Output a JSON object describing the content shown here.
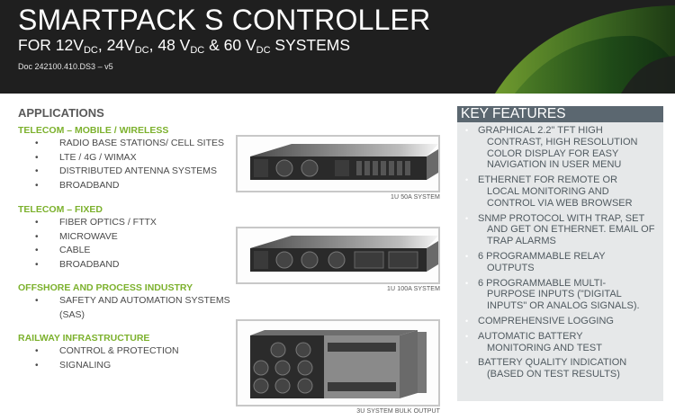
{
  "header": {
    "title": "SMARTPACK S CONTROLLER",
    "subtitle": {
      "prefix": "FOR 12V",
      "sub1": "DC",
      "part2": ", 24V",
      "sub2": "DC",
      "part3": ", 48 V",
      "sub3": "DC",
      "part4": " & 60 V",
      "sub4": "DC",
      "suffix": " SYSTEMS"
    },
    "doc_ref": "Doc 242100.410.DS3 – v5"
  },
  "applications": {
    "title": "APPLICATIONS",
    "groups": [
      {
        "category": "TELECOM – MOBILE  /  WIRELESS",
        "items": [
          "RADIO BASE STATIONS/ CELL SITES",
          "LTE / 4G / WIMAX",
          "DISTRIBUTED ANTENNA SYSTEMS",
          "BROADBAND"
        ]
      },
      {
        "category": "TELECOM – FIXED",
        "items": [
          "FIBER OPTICS / FTTX",
          "MICROWAVE",
          "CABLE",
          "BROADBAND"
        ]
      },
      {
        "category": "OFFSHORE AND PROCESS INDUSTRY",
        "items": [
          "SAFETY AND AUTOMATION SYSTEMS (SAS)"
        ]
      },
      {
        "category": "RAILWAY INFRASTRUCTURE",
        "items": [
          "CONTROL & PROTECTION",
          "SIGNALING"
        ]
      }
    ],
    "bullet": "•"
  },
  "photos": [
    {
      "caption": "1U 50A SYSTEM"
    },
    {
      "caption": "1U 100A SYSTEM"
    },
    {
      "caption": "3U SYSTEM BULK OUTPUT"
    }
  ],
  "features": {
    "title": "KEY FEATURES",
    "items": [
      {
        "first": "GRAPHICAL 2.2\" TFT HIGH",
        "rest": "CONTRAST, HIGH RESOLUTION COLOR DISPLAY FOR EASY NAVIGATION IN USER MENU"
      },
      {
        "first": "ETHERNET FOR REMOTE OR",
        "rest": "LOCAL MONITORING AND CONTROL VIA WEB BROWSER"
      },
      {
        "first": "SNMP PROTOCOL WITH TRAP, SET",
        "rest": "AND GET ON ETHERNET. EMAIL OF TRAP ALARMS"
      },
      {
        "first": "6 PROGRAMMABLE RELAY",
        "rest": "OUTPUTS"
      },
      {
        "first": "6 PROGRAMMABLE MULTI-",
        "rest": "PURPOSE INPUTS (\"DIGITAL INPUTS\" OR ANALOG SIGNALS)."
      },
      {
        "first": "COMPREHENSIVE LOGGING",
        "rest": ""
      },
      {
        "first": "AUTOMATIC BATTERY",
        "rest": "MONITORING AND TEST"
      },
      {
        "first": "BATTERY QUALITY INDICATION",
        "rest": "(BASED ON TEST RESULTS)"
      }
    ],
    "bullet": "•"
  },
  "colors": {
    "header_bg": "#1f1f1f",
    "accent_green": "#7cb12d",
    "features_head": "#5b6770",
    "features_bg": "#e6e8e9"
  }
}
